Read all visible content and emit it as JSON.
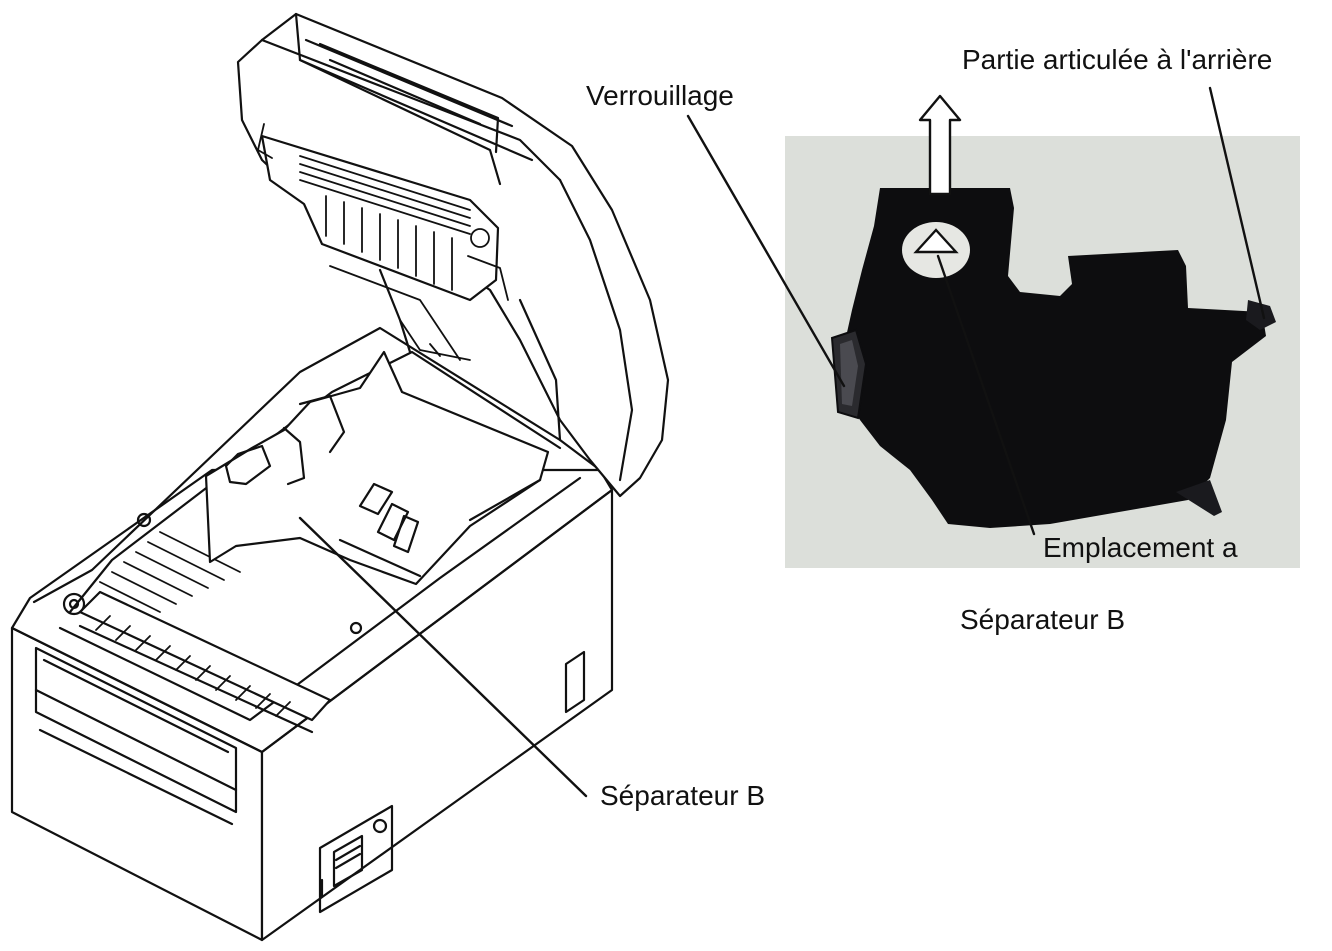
{
  "labels": {
    "hinge": "Partie articulée à l'arrière",
    "lock": "Verrouillage",
    "slot": "Emplacement a",
    "caption_photo": "Séparateur B",
    "separator_printer": "Séparateur B"
  },
  "colors": {
    "ink": "#111111",
    "photo_bg": "#dcdfda",
    "part_black": "#0d0d0f",
    "part_highlight": "#2a2a2e",
    "arrow_fill": "#ffffff"
  },
  "icons": {
    "direction_arrow": "up-arrow-icon",
    "position_mark": "triangle-marker-icon"
  }
}
